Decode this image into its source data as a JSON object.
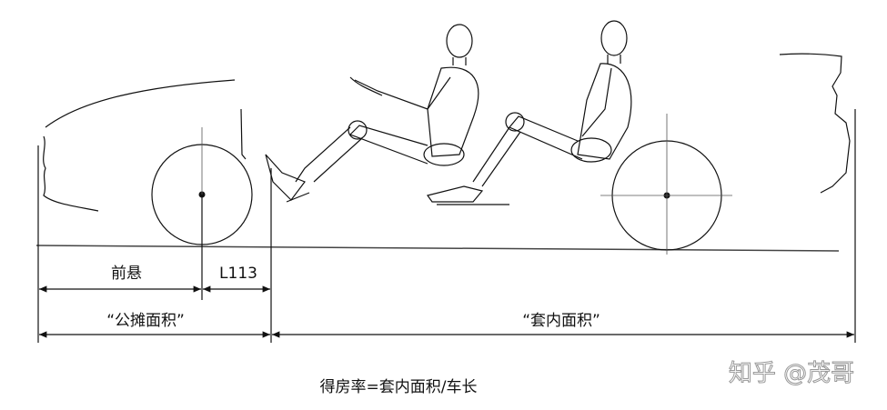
{
  "labels": {
    "front_overhang": "前悬",
    "l113": "L113",
    "shared_area": "“公摊面积”",
    "interior_area": "“套内面积”",
    "formula": "得房率=套内面积/车长"
  },
  "watermark": "知乎 @茂哥"
}
